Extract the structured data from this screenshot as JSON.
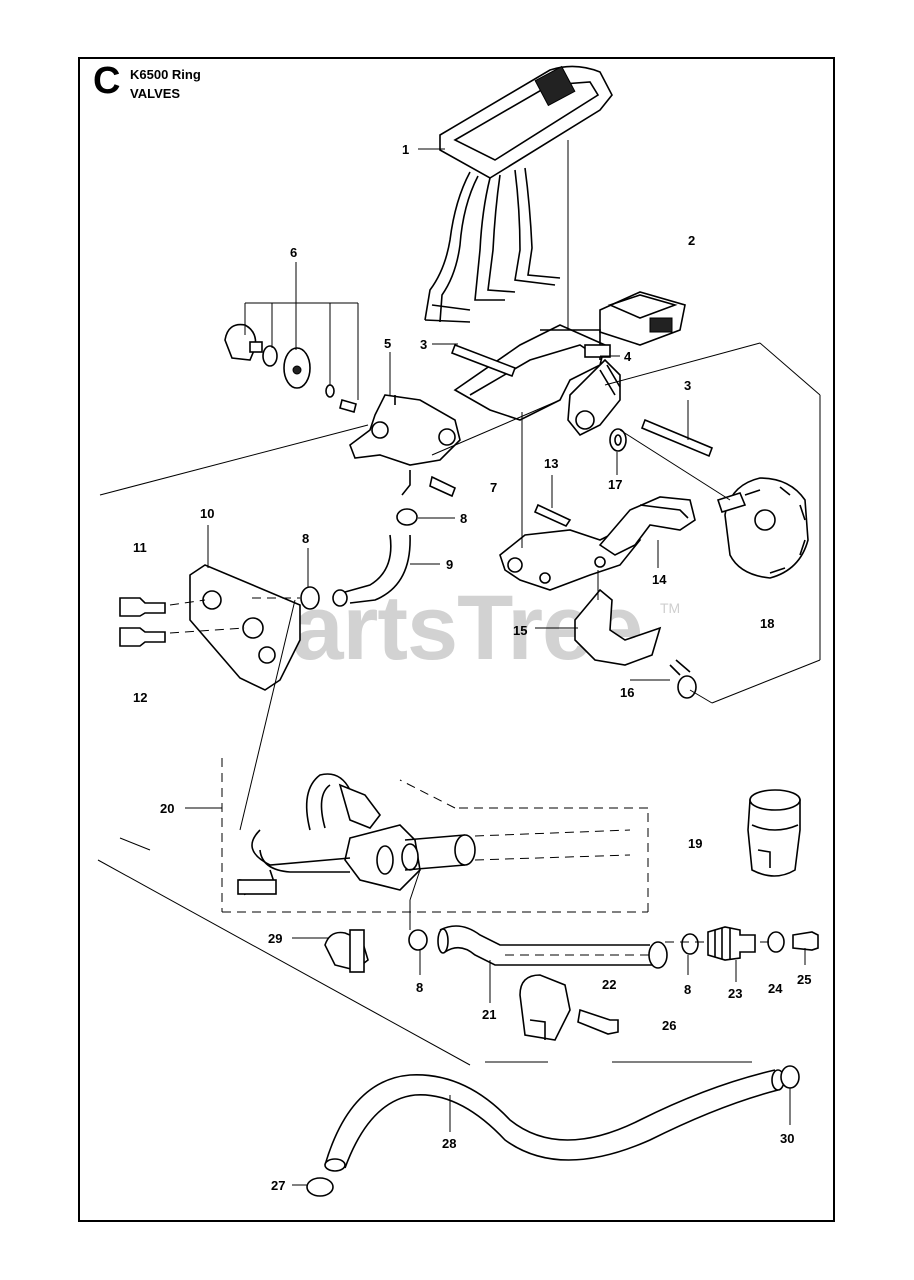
{
  "header": {
    "section_letter": "C",
    "model": "K6500 Ring",
    "section": "VALVES"
  },
  "watermark": {
    "text": "PartsTree",
    "trademark": "TM"
  },
  "colors": {
    "line": "#000000",
    "watermark": "#d2d2d2",
    "background": "#ffffff"
  },
  "callouts": [
    "1",
    "2",
    "3",
    "4",
    "5",
    "6",
    "3",
    "17",
    "13",
    "7",
    "8",
    "10",
    "11",
    "8",
    "9",
    "14",
    "18",
    "15",
    "12",
    "16",
    "20",
    "19",
    "29",
    "8",
    "22",
    "8",
    "23",
    "24",
    "25",
    "21",
    "26",
    "28",
    "30",
    "27"
  ]
}
